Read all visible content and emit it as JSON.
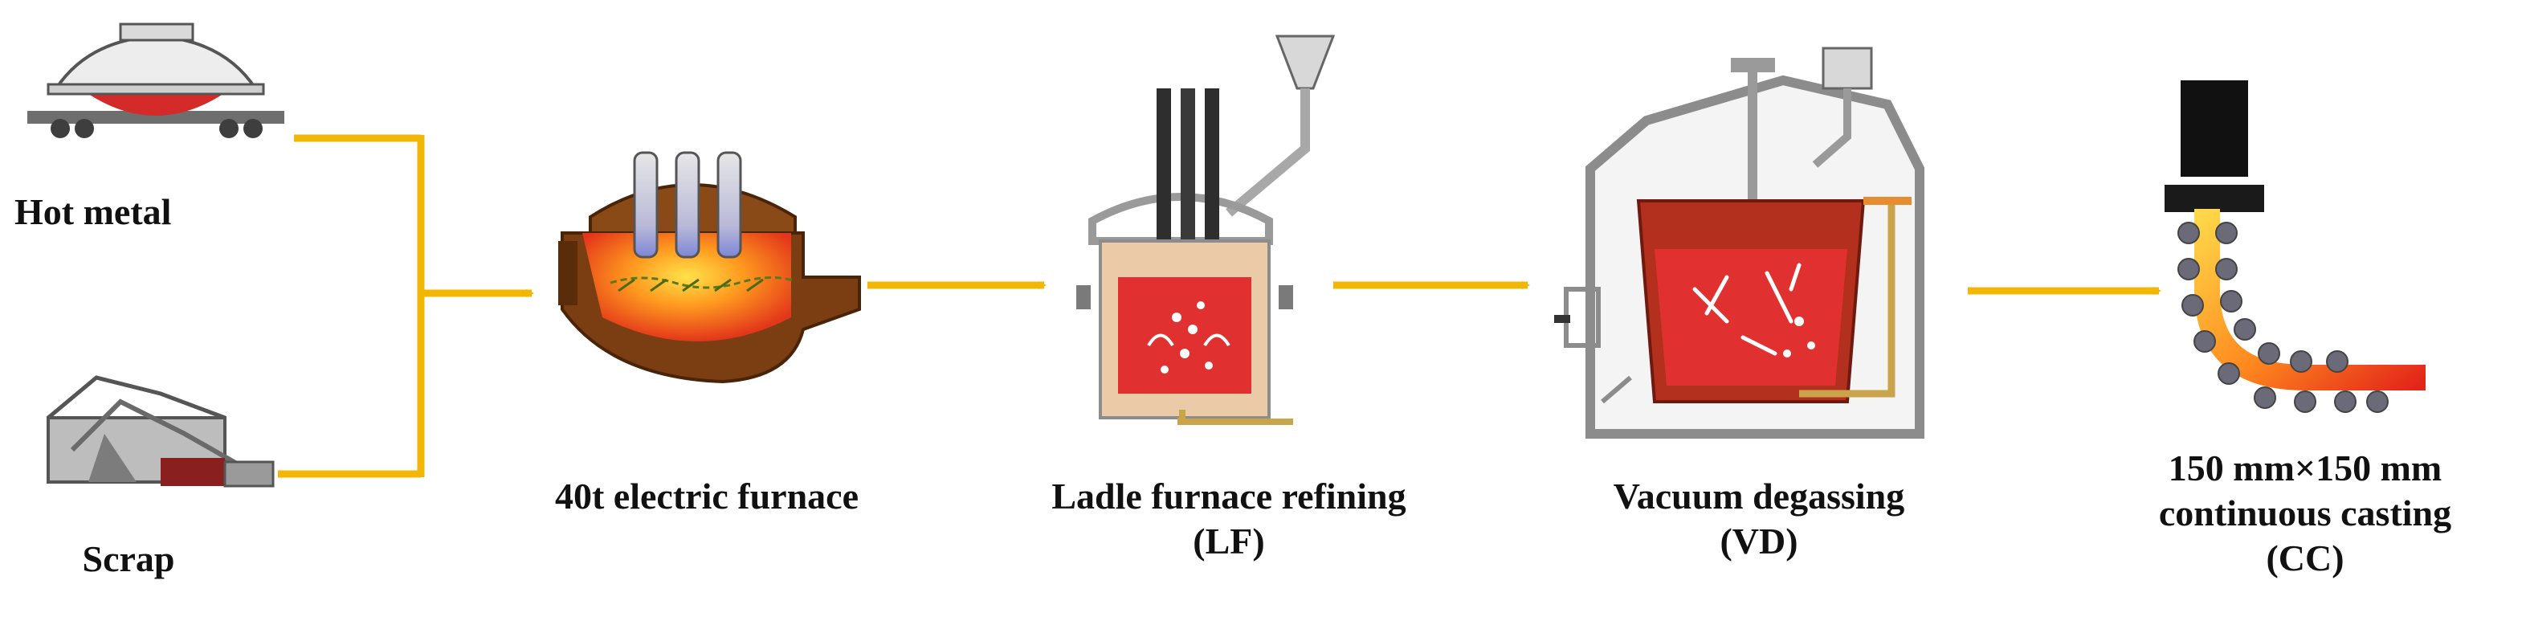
{
  "labels": {
    "hot_metal": "Hot metal",
    "scrap": "Scrap",
    "electric_furnace": "40t electric furnace",
    "lf_line1": "Ladle furnace refining",
    "lf_line2": "(LF)",
    "vd_line1": "Vacuum degassing",
    "vd_line2": "(VD)",
    "cc_line1": "150 mm×150 mm",
    "cc_line2": "continuous casting",
    "cc_line3": "(CC)"
  },
  "colors": {
    "arrow": "#F2B705",
    "molten": "#E03030",
    "furnace_shell": "#7A3E12",
    "equipment_gray": "#9C9C9C",
    "ladle_lining": "#EBCBA7"
  }
}
